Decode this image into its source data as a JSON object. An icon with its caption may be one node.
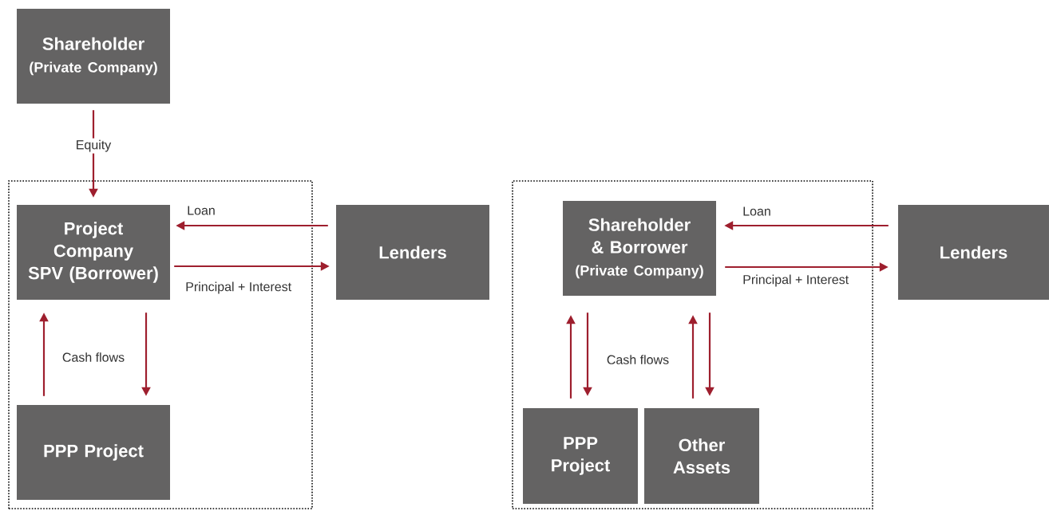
{
  "diagram": {
    "nodes": [
      {
        "text": [
          "Shareholder",
          "(Private Company)"
        ]
      },
      {
        "text": [],
        "shape": "box"
      },
      {
        "text": [
          "Project Company SPV (Borrower)"
        ],
        "in": 1
      },
      {
        "text": [
          "PPP Project"
        ],
        "in": 1
      },
      {
        "text": [
          "Lenders"
        ]
      },
      {
        "text": [],
        "shape": "box"
      },
      {
        "text": [
          "Shareholder & Borrower",
          "(Private Company)"
        ],
        "in": 5
      },
      {
        "text": [
          "PPP Project"
        ],
        "in": 5
      },
      {
        "text": [
          "Other Assets"
        ],
        "in": 5
      },
      {
        "text": [
          "Lenders"
        ]
      }
    ],
    "edges": [
      {
        "from": 0,
        "to": 2,
        "arrow": "to",
        "label": "Equity"
      },
      {
        "from": 4,
        "to": 2,
        "arrow": "to",
        "label": "Loan"
      },
      {
        "from": 2,
        "to": 4,
        "arrow": "to",
        "label": "Principal + Interest"
      },
      {
        "from": 3,
        "to": 2,
        "arrow": "to"
      },
      {
        "from": 2,
        "to": 3,
        "arrow": "to",
        "label": "Cash flows"
      },
      {
        "from": 9,
        "to": 6,
        "arrow": "to",
        "label": "Loan"
      },
      {
        "from": 6,
        "to": 9,
        "arrow": "to",
        "label": "Principal + Interest"
      },
      {
        "from": 7,
        "to": 6,
        "arrow": "to"
      },
      {
        "from": 6,
        "to": 7,
        "arrow": "to",
        "label": "Cash flows"
      },
      {
        "from": 8,
        "to": 6,
        "arrow": "to"
      },
      {
        "from": 6,
        "to": 8,
        "arrow": "to"
      }
    ]
  }
}
